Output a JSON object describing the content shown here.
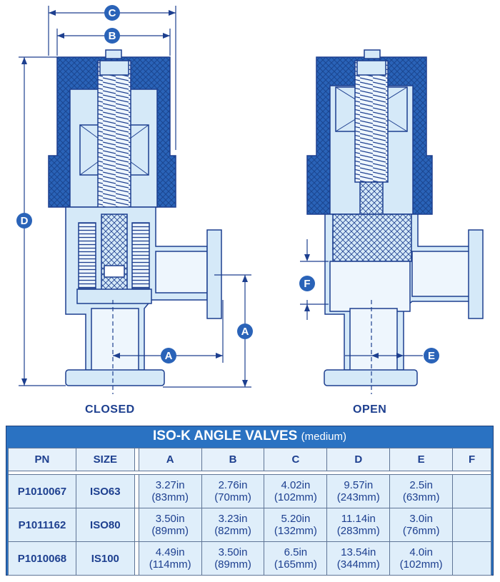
{
  "views": {
    "closed": "CLOSED",
    "open": "OPEN"
  },
  "dimension_callouts": {
    "A": "A",
    "B": "B",
    "C": "C",
    "D": "D",
    "E": "E",
    "F": "F"
  },
  "table": {
    "title": "ISO-K ANGLE VALVES",
    "subtitle": "(medium)",
    "headers": [
      "PN",
      "SIZE",
      "A",
      "B",
      "C",
      "D",
      "E",
      "F"
    ],
    "rows": [
      {
        "pn": "P1010067",
        "size": "ISO63",
        "a1": "3.27in",
        "a2": "(83mm)",
        "b1": "2.76in",
        "b2": "(70mm)",
        "c1": "4.02in",
        "c2": "(102mm)",
        "d1": "9.57in",
        "d2": "(243mm)",
        "e1": "2.5in",
        "e2": "(63mm)",
        "f": ""
      },
      {
        "pn": "P1011162",
        "size": "ISO80",
        "a1": "3.50in",
        "a2": "(89mm)",
        "b1": "3.23in",
        "b2": "(82mm)",
        "c1": "5.20in",
        "c2": "(132mm)",
        "d1": "11.14in",
        "d2": "(283mm)",
        "e1": "3.0in",
        "e2": "(76mm)",
        "f": ""
      },
      {
        "pn": "P1010068",
        "size": "IS100",
        "a1": "4.49in",
        "a2": "(114mm)",
        "b1": "3.50in",
        "b2": "(89mm)",
        "c1": "6.5in",
        "c2": "(165mm)",
        "d1": "13.54in",
        "d2": "(344mm)",
        "e1": "4.0in",
        "e2": "(102mm)",
        "f": ""
      }
    ]
  },
  "colors": {
    "line": "#1d3f8f",
    "body_fill": "#d5e9f8",
    "bonnet_fill": "#2a63b8",
    "table_header": "#2a72c2"
  }
}
